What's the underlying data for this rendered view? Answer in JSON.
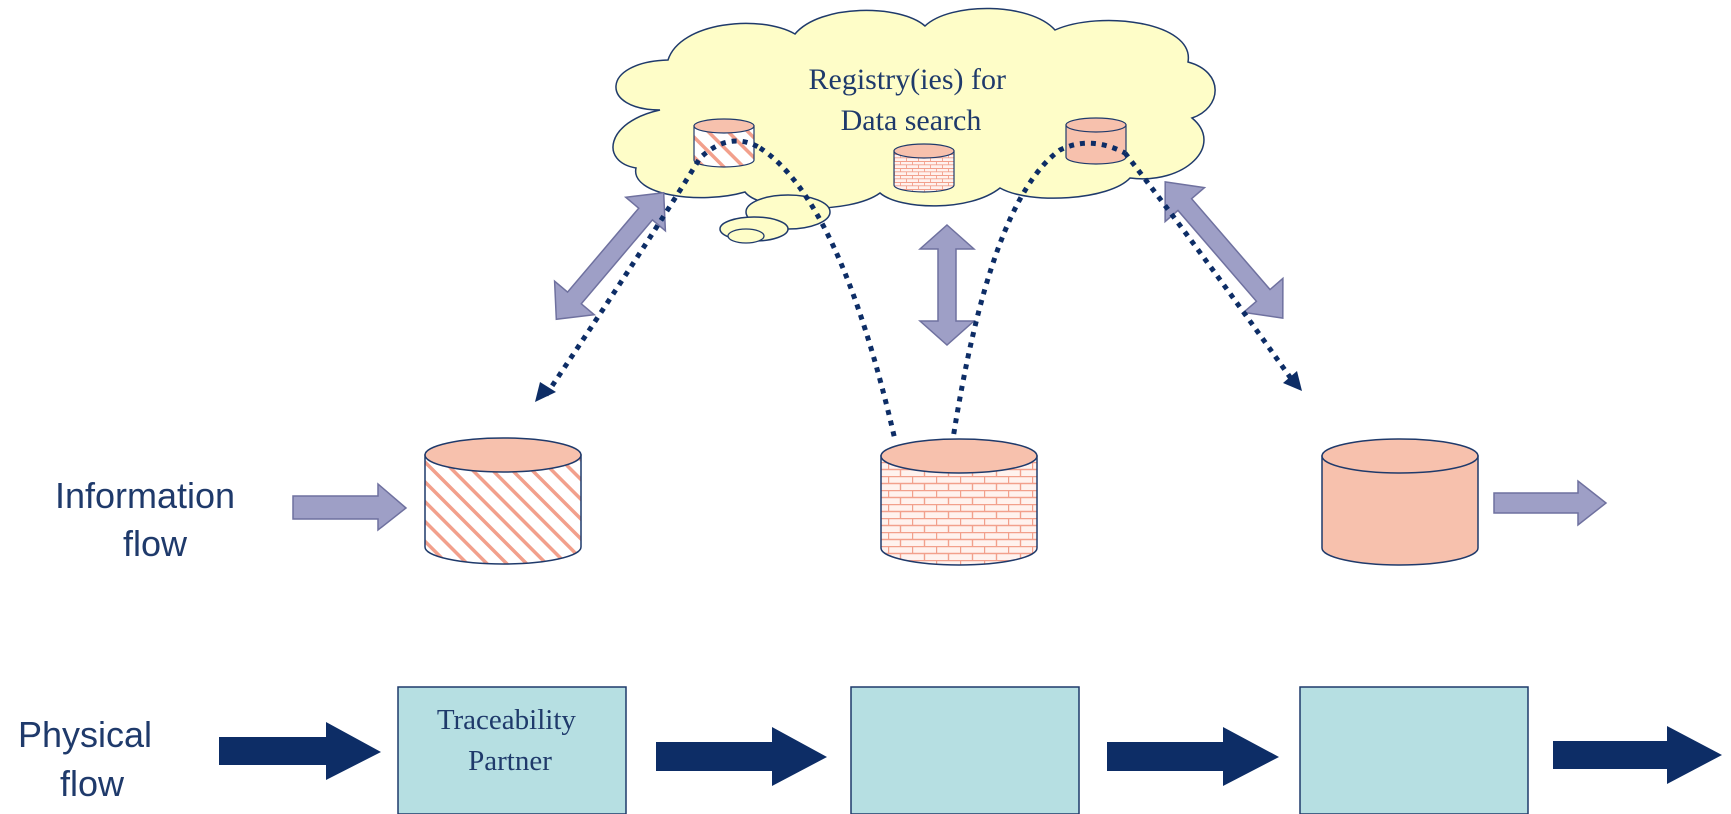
{
  "diagram": {
    "registry_label_line1": "Registry(ies) for",
    "registry_label_line2": "Data search",
    "information_flow_line1": "Information",
    "information_flow_line2": "flow",
    "physical_flow_line1": "Physical",
    "physical_flow_line2": "flow",
    "partner_label_line1": "Traceability",
    "partner_label_line2": "Partner"
  },
  "colors": {
    "cloud_fill": "#fefdc8",
    "cylinder_fill": "#f7c1ad",
    "box_fill": "#b6dfe2",
    "arrow_dark": "#0d2d66",
    "arrow_light": "#9e9fc6",
    "text": "#1f3a6b"
  }
}
